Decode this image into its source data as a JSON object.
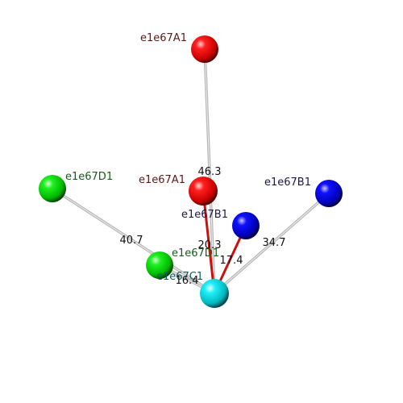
{
  "atoms": [
    {
      "id": "A1_far",
      "label": "e1e67A1",
      "group": "A"
    },
    {
      "id": "A1_near",
      "label": "e1e67A1",
      "group": "A"
    },
    {
      "id": "B1_far",
      "label": "e1e67B1",
      "group": "B"
    },
    {
      "id": "B1_near",
      "label": "e1e67B1",
      "group": "B"
    },
    {
      "id": "D1_far",
      "label": "e1e67D1",
      "group": "D"
    },
    {
      "id": "D1_near",
      "label": "e1e67D1",
      "group": "D"
    },
    {
      "id": "C1",
      "label": "e1e67C1",
      "group": "C"
    }
  ],
  "bonds": [
    {
      "from": "C1",
      "to": "A1_far",
      "distance": "46.3",
      "style": "grey"
    },
    {
      "from": "C1",
      "to": "D1_far",
      "distance": "40.7",
      "style": "grey"
    },
    {
      "from": "C1",
      "to": "B1_far",
      "distance": "34.7",
      "style": "grey"
    },
    {
      "from": "C1",
      "to": "A1_near",
      "distance": "20.3",
      "style": "red"
    },
    {
      "from": "C1",
      "to": "B1_near",
      "distance": "17.4",
      "style": "red"
    },
    {
      "from": "C1",
      "to": "D1_near",
      "distance": "16.4",
      "style": "grey"
    }
  ],
  "colors": {
    "A": "#ff0000",
    "B": "#0000ee",
    "C": "#00e5ee",
    "D": "#00ee00",
    "label_A": "#5a1a1a",
    "label_B": "#1a1a4a",
    "label_C": "#1a5a5a",
    "label_D": "#1a5a1a",
    "bond_grey": "#b8b8b8",
    "bond_red": "#cc1010"
  }
}
